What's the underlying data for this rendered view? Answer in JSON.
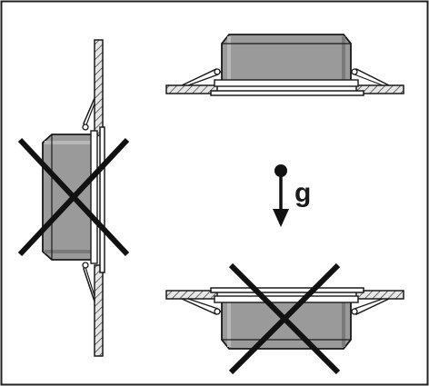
{
  "diagram": {
    "gravity_label": "g",
    "colors": {
      "housing": "#9a9a9a",
      "housing_dark": "#7a7a7a",
      "housing_light": "#b8b8b8",
      "outline": "#1a1a1a",
      "hatch_fill": "#e6e6e6",
      "cross": "#111111",
      "frame": "#222222"
    },
    "panels": [
      {
        "id": "ceiling-correct",
        "orientation": "ceiling",
        "housing_above": true,
        "crossed_out": false
      },
      {
        "id": "wall-incorrect",
        "orientation": "wall",
        "crossed_out": true
      },
      {
        "id": "ceiling-upside-down-incorrect",
        "orientation": "ceiling",
        "housing_above": false,
        "crossed_out": true
      }
    ],
    "icons": [
      "gravity-arrow-icon",
      "cross-out-icon"
    ]
  }
}
